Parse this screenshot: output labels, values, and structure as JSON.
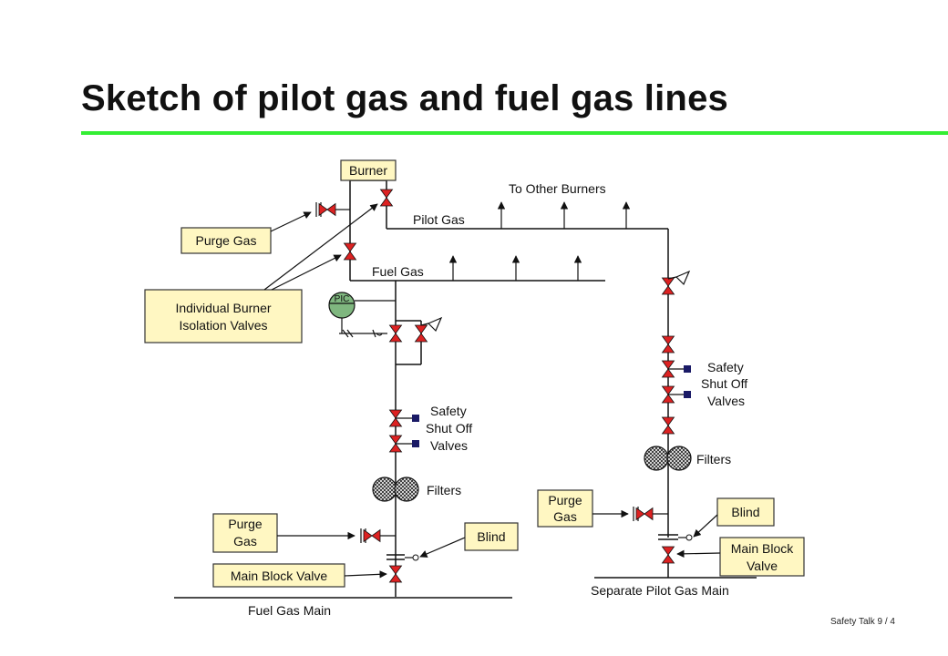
{
  "slide": {
    "title": "Sketch of pilot gas and fuel gas lines",
    "footer": "Safety Talk 9 / 4",
    "accent_color": "#33ee33"
  },
  "diagram": {
    "valve_color": "#dd2222",
    "label_box_color": "#fff7c2",
    "pic_color": "#7fb77f",
    "boxes": {
      "burner": "Burner",
      "purge_gas_top": "Purge Gas",
      "isolation_line1": "Individual Burner",
      "isolation_line2": "Isolation Valves",
      "purge_left_line1": "Purge",
      "purge_left_line2": "Gas",
      "main_block_left": "Main Block Valve",
      "blind_left": "Blind",
      "purge_right_line1": "Purge",
      "purge_right_line2": "Gas",
      "blind_right": "Blind",
      "main_block_right_line1": "Main Block",
      "main_block_right_line2": "Valve"
    },
    "labels": {
      "to_other_burners": "To Other Burners",
      "pilot_gas": "Pilot Gas",
      "fuel_gas": "Fuel Gas",
      "pic": "PIC",
      "sso_left_line1": "Safety",
      "sso_left_line2": "Shut Off",
      "sso_left_line3": "Valves",
      "filters_left": "Filters",
      "fuel_gas_main": "Fuel Gas Main",
      "sso_right_line1": "Safety",
      "sso_right_line2": "Shut Off",
      "sso_right_line3": "Valves",
      "filters_right": "Filters",
      "separate_pilot_gas_main": "Separate Pilot Gas Main"
    }
  }
}
